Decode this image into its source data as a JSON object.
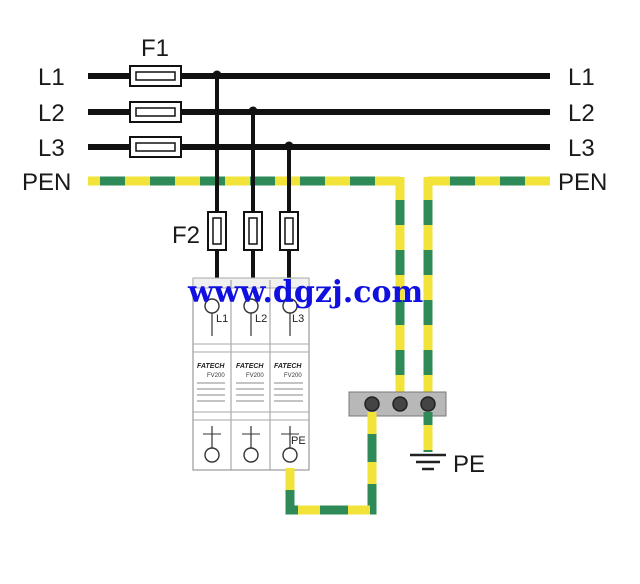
{
  "labels": {
    "f1": "F1",
    "f2": "F2",
    "l1_left": "L1",
    "l2_left": "L2",
    "l3_left": "L3",
    "pen_left": "PEN",
    "l1_right": "L1",
    "l2_right": "L2",
    "l3_right": "L3",
    "pen_right": "PEN",
    "pe_ground": "PE"
  },
  "watermark": "www.dgzj.com",
  "spd": {
    "module_labels": [
      "L1",
      "L2",
      "L3"
    ],
    "brand": "FATECH",
    "model": "FV200",
    "pe_label": "PE"
  },
  "colors": {
    "conductor": "#111111",
    "pe_green": "#2e8b57",
    "pe_yellow": "#f2e33a",
    "bar": "#b8b8b8",
    "watermark": "#1010e0"
  }
}
